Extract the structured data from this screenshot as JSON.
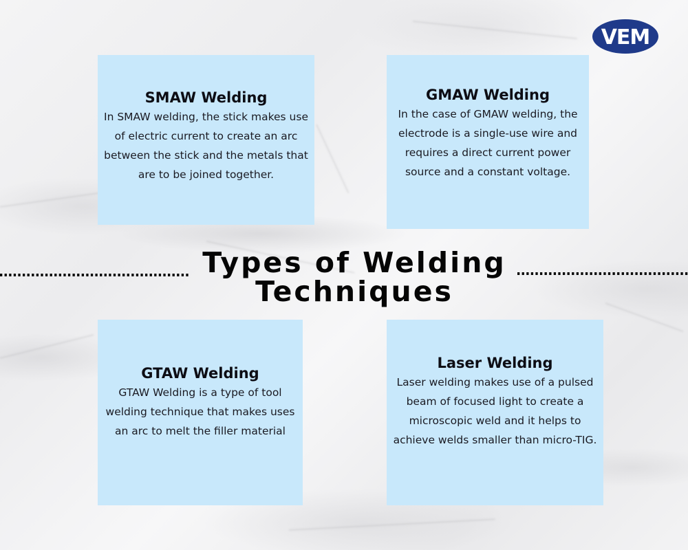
{
  "brand": {
    "logo_text": "VEM",
    "logo_color": "#1f3a8a",
    "logo_text_color": "#ffffff"
  },
  "title": {
    "line1": "Types of Welding",
    "line2": "Techniques"
  },
  "colors": {
    "card_background": "#c8e8fb",
    "text": "#0d0d14",
    "divider_dots": "#0a0a0a",
    "page_background": "#f1f1f2"
  },
  "cards": [
    {
      "id": "smaw",
      "heading": "SMAW Welding",
      "body": "In SMAW welding, the stick makes use of electric current to create an arc between the stick and the metals that are to be joined together."
    },
    {
      "id": "gmaw",
      "heading": "GMAW Welding",
      "body": "In the case of GMAW welding, the electrode is a single-use wire and requires a direct current power source and a constant voltage."
    },
    {
      "id": "gtaw",
      "heading": "GTAW Welding",
      "body": "GTAW Welding is a type of tool welding technique that makes uses an arc to melt the filler material"
    },
    {
      "id": "laser",
      "heading": "Laser Welding",
      "body": "Laser welding makes use of a pulsed beam of focused light to create a microscopic weld and it helps to achieve welds smaller than micro-TIG."
    }
  ]
}
